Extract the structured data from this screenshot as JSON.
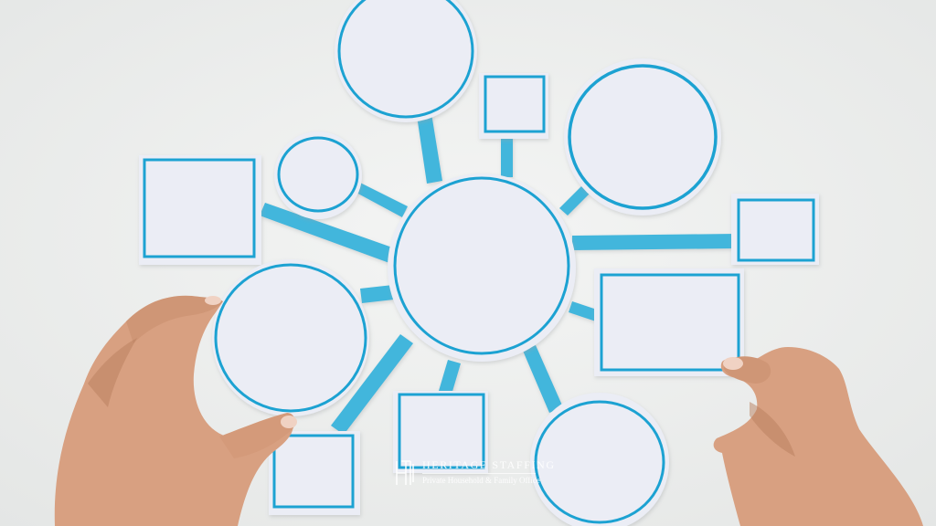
{
  "image": {
    "subject": "hands arranging a paper cut-out mind map on a white surface",
    "colors": {
      "background": "#eff0ef",
      "paper": "#eceef6",
      "outline": "#1fa2d2",
      "connector": "#43b6dc",
      "skin": "#d9a283",
      "skin_shadow": "#b47a5c",
      "nail": "#f1d2c5"
    }
  },
  "watermark": {
    "title": "HERITAGE STAFFING",
    "subtitle": "Private Household & Family Office"
  }
}
